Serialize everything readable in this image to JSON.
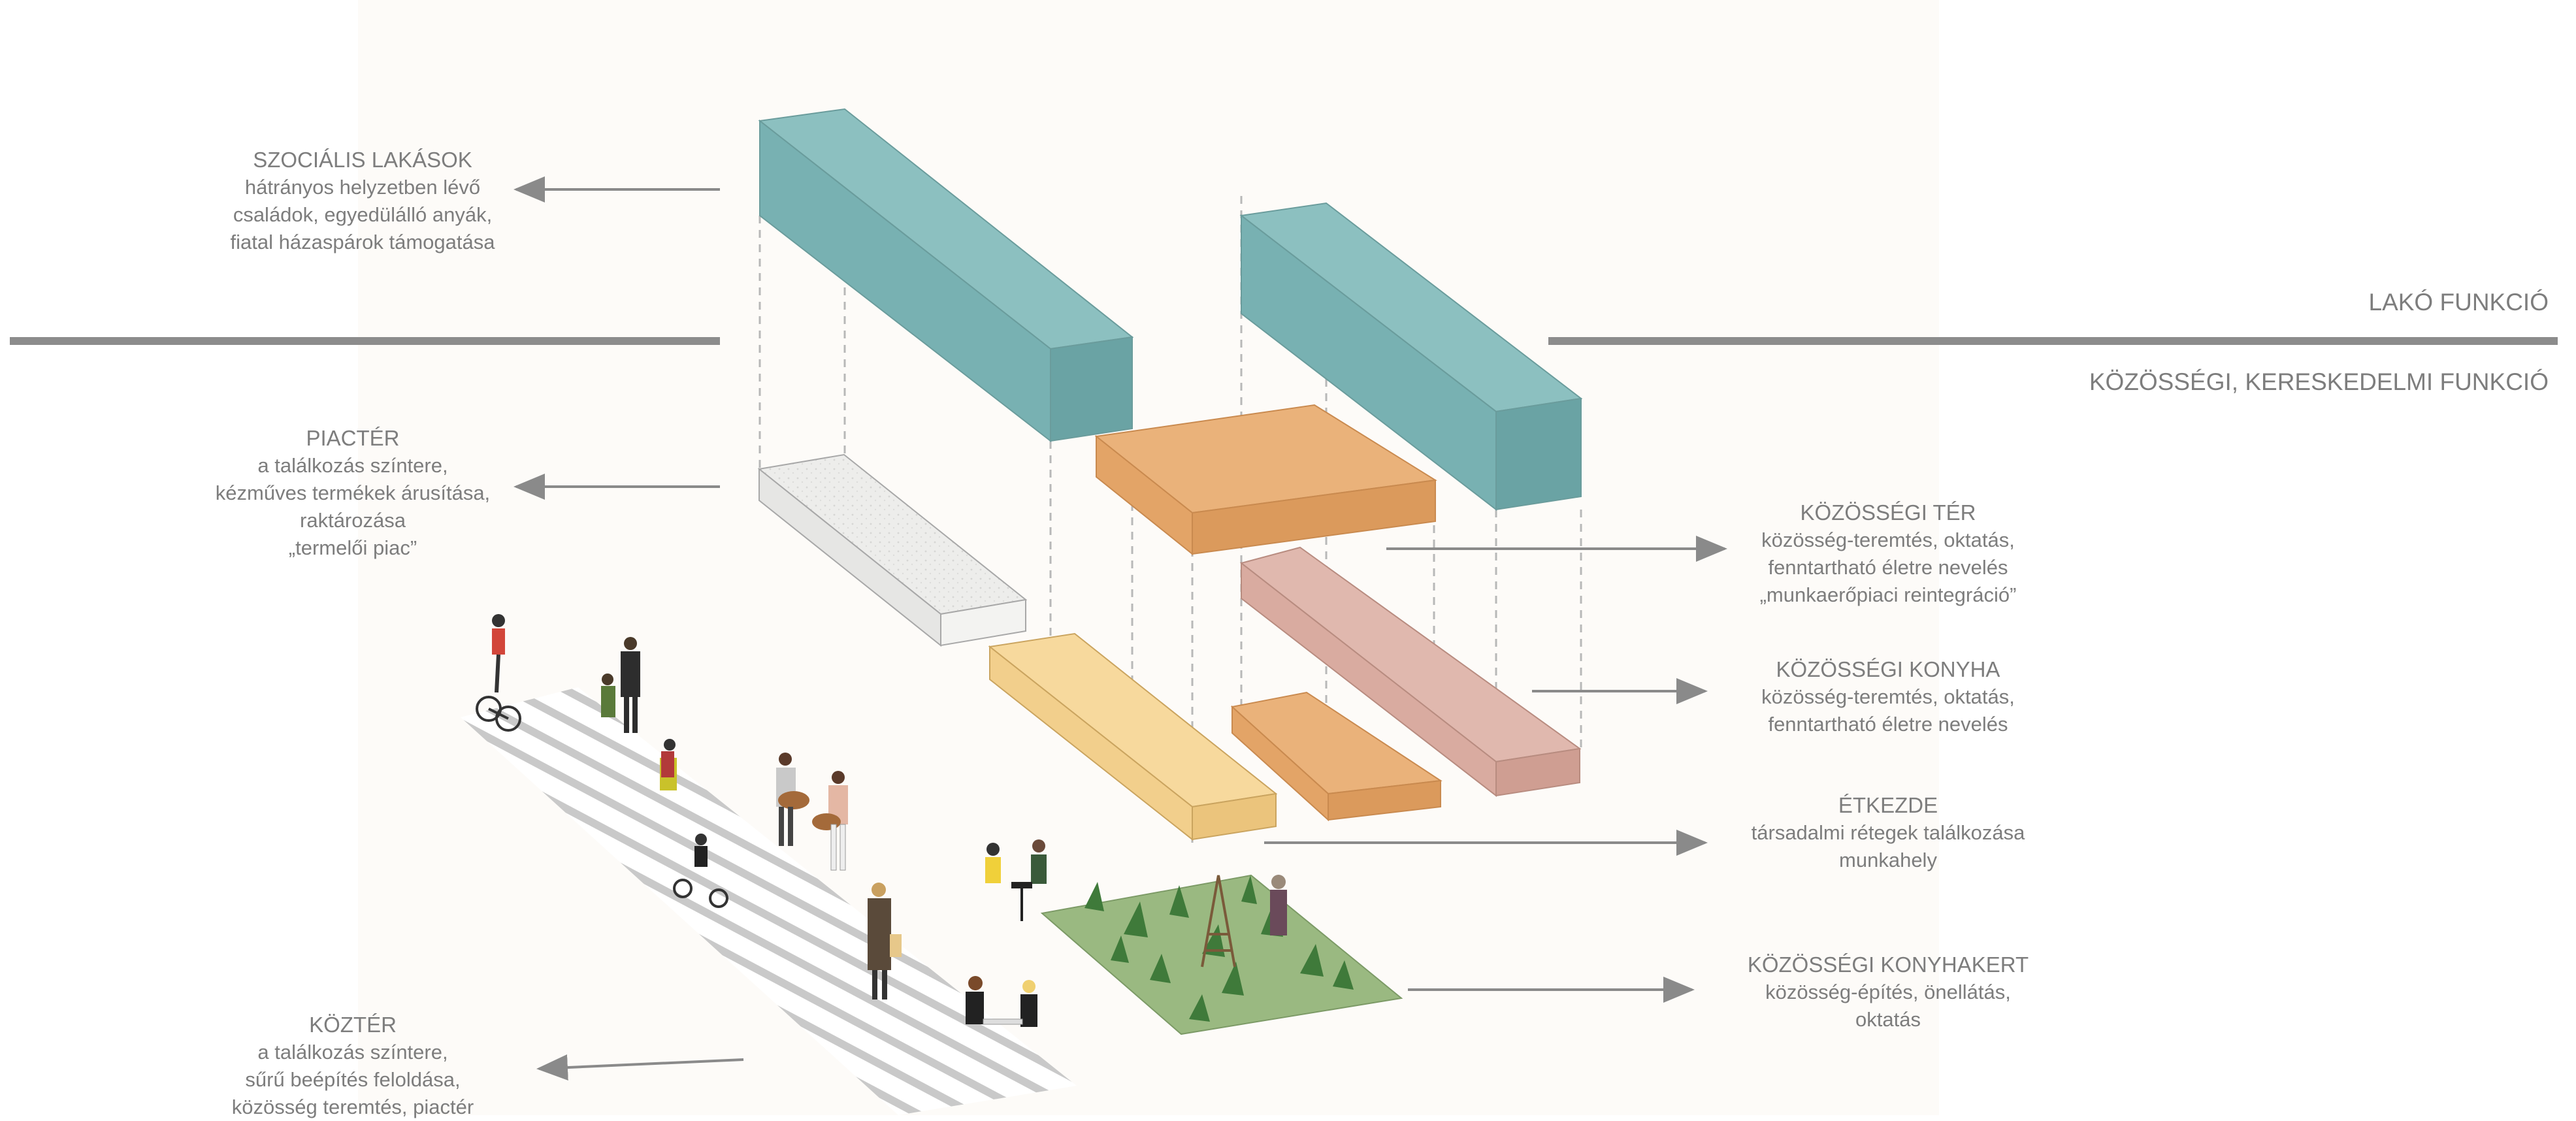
{
  "sections": {
    "residential": "LAKÓ FUNKCIÓ",
    "community": "KÖZÖSSÉGI, KERESKEDELMI FUNKCIÓ"
  },
  "labels": {
    "social_housing": {
      "title": "SZOCIÁLIS LAKÁSOK",
      "lines": [
        "hátrányos helyzetben lévő",
        "családok, egyedülálló anyák,",
        "fiatal házaspárok támogatása"
      ]
    },
    "market": {
      "title": "PIACTÉR",
      "lines": [
        "a találkozás színtere,",
        "kézműves termékek árusítása,",
        "raktározása",
        "„termelői piac”"
      ]
    },
    "public_space": {
      "title": "KÖZTÉR",
      "lines": [
        "a találkozás színtere,",
        "sűrű beépítés feloldása,",
        "közösség teremtés, piactér"
      ]
    },
    "community_space": {
      "title": "KÖZÖSSÉGI TÉR",
      "lines": [
        "közösség-teremtés, oktatás,",
        "fenntartható életre nevelés",
        "„munkaerőpiaci reintegráció”"
      ]
    },
    "community_kitchen": {
      "title": "KÖZÖSSÉGI KONYHA",
      "lines": [
        "közösség-teremtés, oktatás,",
        "fenntartható életre nevelés"
      ]
    },
    "canteen": {
      "title": "ÉTKEZDE",
      "lines": [
        "társadalmi rétegek találkozása",
        "munkahely"
      ]
    },
    "kitchen_garden": {
      "title": "KÖZÖSSÉGI KONYHAKERT",
      "lines": [
        "közösség-építés, önellátás,",
        "oktatás"
      ]
    }
  },
  "colors": {
    "teal": "#78b1b2",
    "orange": "#e3a467",
    "salmon": "#d9aba0",
    "yellow": "#f2cf8c",
    "white_block": "#ececea",
    "garden": "#9ab981",
    "divider": "#8c8c8c",
    "arrow": "#8a8a8a",
    "background_panel": "#fdfbf8"
  }
}
